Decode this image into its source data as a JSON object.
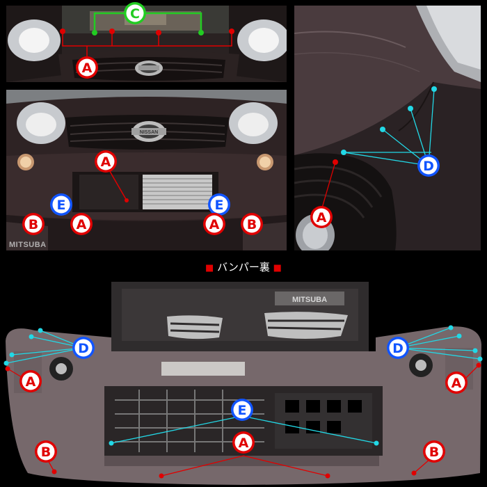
{
  "caption": {
    "marker_left": "■",
    "text": "バンパー裏",
    "marker_right": "■"
  },
  "watermarks": {
    "photo_watermark": "MITSUBA",
    "part_stamp": "MITSUBA"
  },
  "photo_badges": {
    "emblem": "NISSAN"
  },
  "markers": {
    "clip_a": "A",
    "clip_b": "B",
    "clip_c": "C",
    "clip_d": "D",
    "clip_e": "E"
  },
  "colors": {
    "marker_red": "#e00000",
    "marker_cyan": "#22d8e6",
    "marker_green": "#22cc22",
    "marker_blue": "#1155ff",
    "background": "#000000"
  }
}
